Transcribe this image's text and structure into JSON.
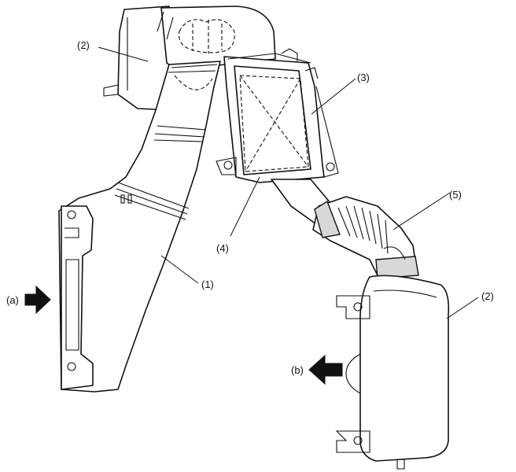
{
  "callouts": {
    "part_1": "(1)",
    "part_2_top": "(2)",
    "part_2_bottom": "(2)",
    "part_3": "(3)",
    "part_4": "(4)",
    "part_5": "(5)",
    "arrow_a": "(a)",
    "arrow_b": "(b)"
  }
}
